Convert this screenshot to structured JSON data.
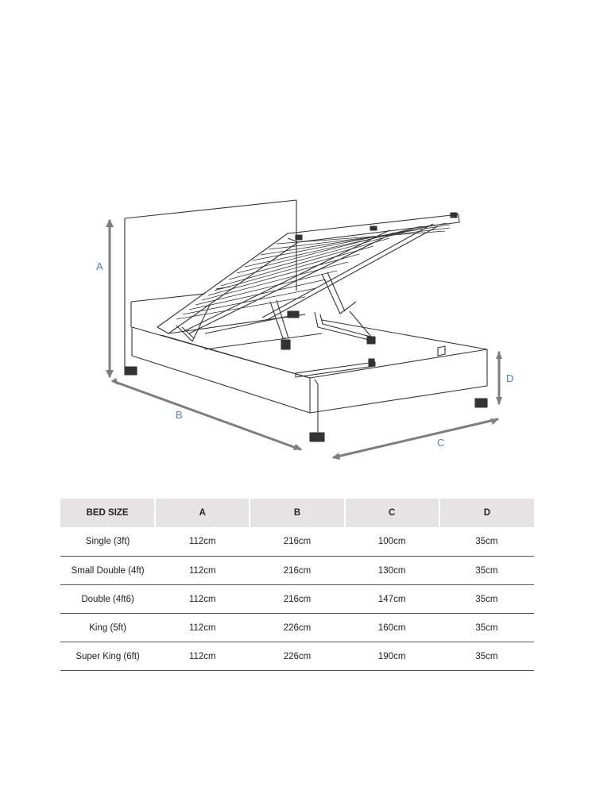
{
  "diagram": {
    "labels": {
      "a": "A",
      "b": "B",
      "c": "C",
      "d": "D"
    },
    "colors": {
      "line": "#333333",
      "dimension": "#7d7d7d",
      "label": "#5a7fa8"
    }
  },
  "table": {
    "headers": [
      "BED SIZE",
      "A",
      "B",
      "C",
      "D"
    ],
    "rows": [
      [
        "Single (3ft)",
        "112cm",
        "216cm",
        "100cm",
        "35cm"
      ],
      [
        "Small Double (4ft)",
        "112cm",
        "216cm",
        "130cm",
        "35cm"
      ],
      [
        "Double (4ft6)",
        "112cm",
        "216cm",
        "147cm",
        "35cm"
      ],
      [
        "King (5ft)",
        "112cm",
        "226cm",
        "160cm",
        "35cm"
      ],
      [
        "Super King (6ft)",
        "112cm",
        "226cm",
        "190cm",
        "35cm"
      ]
    ],
    "colors": {
      "header_bg": "#e6e3e5",
      "rule": "#555555"
    }
  }
}
